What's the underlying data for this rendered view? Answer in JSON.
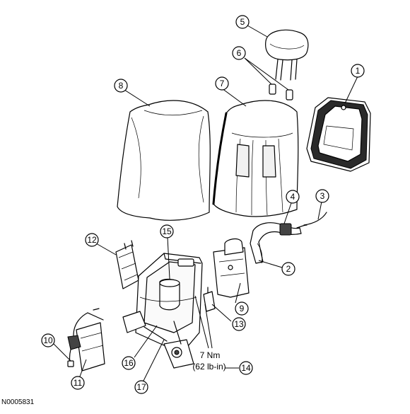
{
  "diagram": {
    "figure_id": "N0005831",
    "torque": {
      "metric": "7 Nm",
      "imperial": "(62 lb-in)"
    },
    "callouts": [
      "1",
      "2",
      "3",
      "4",
      "5",
      "6",
      "7",
      "8",
      "9",
      "10",
      "11",
      "12",
      "13",
      "14",
      "15",
      "16",
      "17"
    ]
  }
}
